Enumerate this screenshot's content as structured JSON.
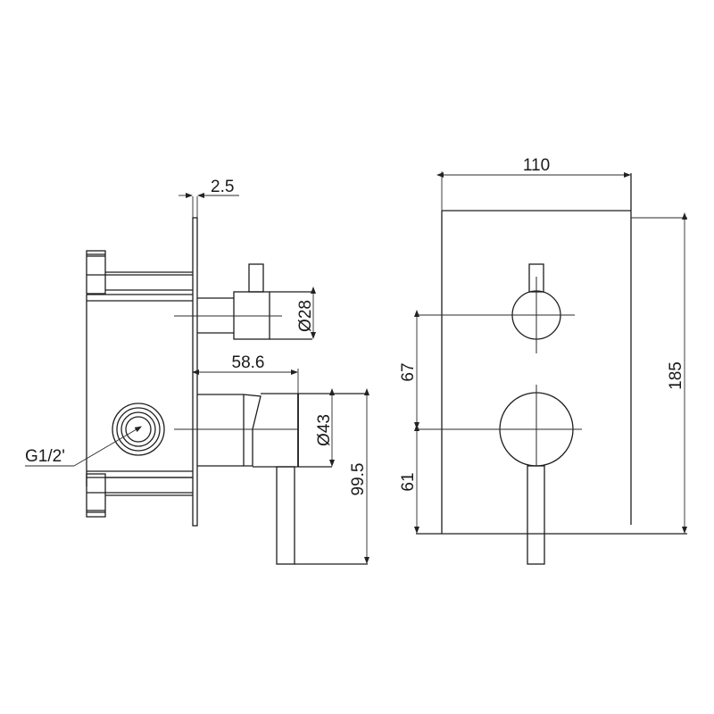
{
  "drawing": {
    "title": "Concealed shower valve technical drawing",
    "line_color": "#1e1e1e",
    "background": "#ffffff"
  },
  "side_view": {
    "plate_thickness_label": "2.5",
    "small_handle_diameter_label": "Ø28",
    "body_depth_label": "58.6",
    "large_handle_diameter_label": "Ø43",
    "lever_height_label": "99.5",
    "inlet_thread_label": "G1/2'"
  },
  "front_view": {
    "plate_width_label": "110",
    "plate_height_label": "185",
    "handle_spacing_label": "67",
    "lower_handle_offset_label": "61"
  }
}
